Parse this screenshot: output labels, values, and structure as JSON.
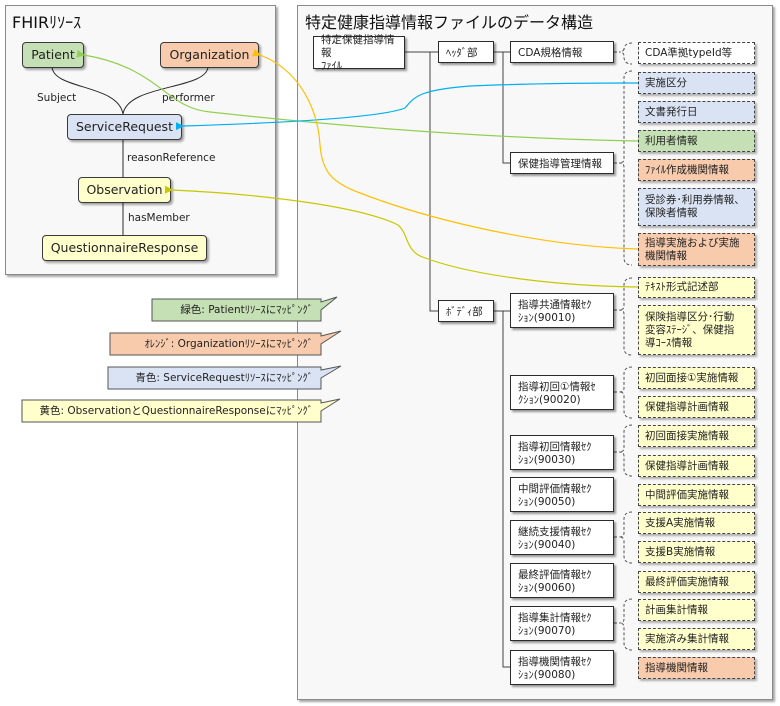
{
  "colors": {
    "green": "#c5e0b4",
    "orange": "#f8cbad",
    "blue": "#dae3f3",
    "yellow": "#ffffcc",
    "white": "#ffffff",
    "line_green": "#92d050",
    "line_orange": "#ffc000",
    "line_blue": "#00b0f0",
    "line_yellow": "#c8c800"
  },
  "fhir": {
    "title": "FHIRﾘｿｰｽ",
    "nodes": {
      "patient": "Patient",
      "organization": "Organization",
      "service_request": "ServiceRequest",
      "observation": "Observation",
      "questionnaire_response": "QuestionnaireResponse"
    },
    "edges": {
      "subject": "Subject",
      "performer": "performer",
      "reason_reference": "reasonReference",
      "has_member": "hasMember"
    }
  },
  "structure": {
    "title": "特定健康指導情報ファイルのデータ構造",
    "root": "特定保健指導情報\nﾌｧｲﾙ",
    "header": "ﾍｯﾀﾞ部",
    "body": "ﾎﾞﾃﾞｨ部",
    "header_items": [
      "CDA規格情報",
      "保健指導管理情報"
    ],
    "sections": [
      "指導共通情報ｾｸ\nｼｮﾝ(90010)",
      "指導初回①情報ｾ\nｸｼｮﾝ(90020)",
      "指導初回情報ｾｸ\nｼｮﾝ(90030)",
      "中間評価情報ｾｸ\nｼｮﾝ(90050)",
      "継続支援情報ｾｸ\nｼｮﾝ(90040)",
      "最終評価情報ｾｸ\nｼｮﾝ(90060)",
      "指導集計情報ｾｸ\nｼｮﾝ(90070)",
      "指導機関情報ｾｸ\nｼｮﾝ(90080)"
    ],
    "leaves": [
      {
        "label": "CDA準拠typeId等",
        "color": "white"
      },
      {
        "label": "実施区分",
        "color": "blue"
      },
      {
        "label": "文書発行日",
        "color": "blue"
      },
      {
        "label": "利用者情報",
        "color": "green"
      },
      {
        "label": "ﾌｧｲﾙ作成機関情報",
        "color": "orange"
      },
      {
        "label": "受診券･利用券情報、\n保険者情報",
        "color": "blue"
      },
      {
        "label": "指導実施および実施\n機関情報",
        "color": "orange"
      },
      {
        "label": "ﾃｷｽﾄ形式記述部",
        "color": "yellow"
      },
      {
        "label": "保険指導区分･行動\n変容ｽﾃｰｼﾞ、保健指\n導ｺｰｽ情報",
        "color": "yellow"
      },
      {
        "label": "初回面接①実施情報",
        "color": "yellow"
      },
      {
        "label": "保健指導計画情報",
        "color": "yellow"
      },
      {
        "label": "初回面接実施情報",
        "color": "yellow"
      },
      {
        "label": "保健指導計画情報",
        "color": "yellow"
      },
      {
        "label": "中間評価実施情報",
        "color": "yellow"
      },
      {
        "label": "支援A実施情報",
        "color": "yellow"
      },
      {
        "label": "支援B実施情報",
        "color": "yellow"
      },
      {
        "label": "最終評価実施情報",
        "color": "yellow"
      },
      {
        "label": "計画集計情報",
        "color": "yellow"
      },
      {
        "label": "実施済み集計情報",
        "color": "yellow"
      },
      {
        "label": "指導機関情報",
        "color": "orange"
      }
    ]
  },
  "legend": [
    {
      "label": "緑色: Patientﾘｿｰｽにﾏｯﾋﾟﾝｸﾞ",
      "color": "green"
    },
    {
      "label": "ｵﾚﾝｼﾞ: Organizationﾘｿｰｽにﾏｯﾋﾟﾝｸﾞ",
      "color": "orange"
    },
    {
      "label": "青色: ServiceRequestﾘｿｰｽにﾏｯﾋﾟﾝｸﾞ",
      "color": "blue"
    },
    {
      "label": "黄色: ObservationとQuestionnaireResponseにﾏｯﾋﾟﾝｸﾞ",
      "color": "yellow"
    }
  ]
}
